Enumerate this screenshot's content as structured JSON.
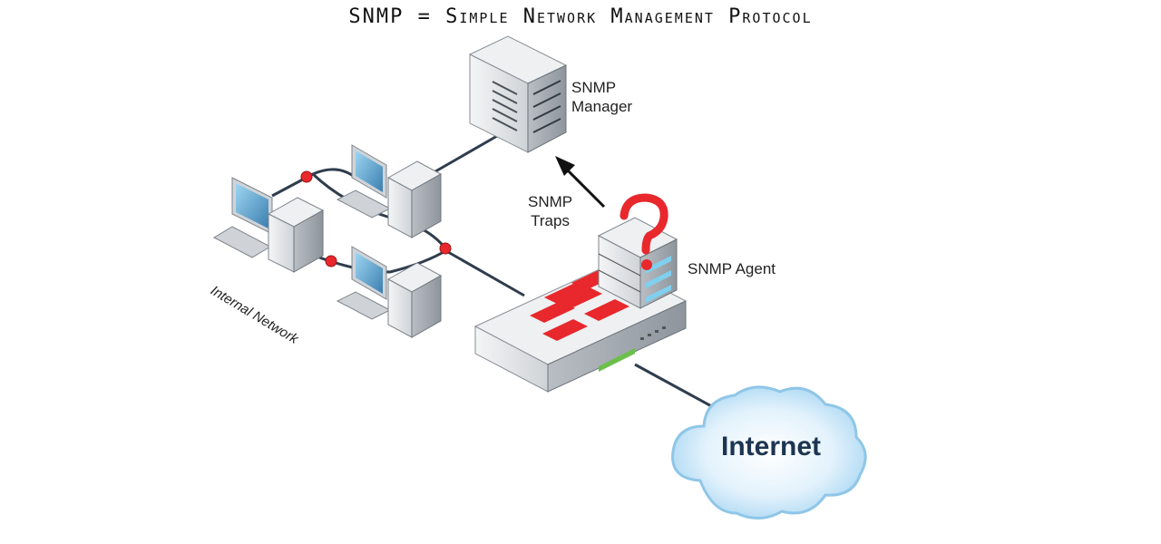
{
  "title": "SNMP = Simple Network Management Protocol",
  "labels": {
    "manager": [
      "SNMP",
      "Manager"
    ],
    "traps": [
      "SNMP",
      "Traps"
    ],
    "agent": "SNMP Agent",
    "internal_network": "Internal Network",
    "internet": "Internet"
  },
  "colors": {
    "accent_red": "#e8282c",
    "cloud": "#bfe1f6",
    "cable": "#2f3d4d",
    "device": "#e6e8ea"
  },
  "icons": [
    "server-icon",
    "workstation-icon",
    "firewall-icon",
    "cloud-icon",
    "question-mark-icon",
    "arrow-icon"
  ]
}
